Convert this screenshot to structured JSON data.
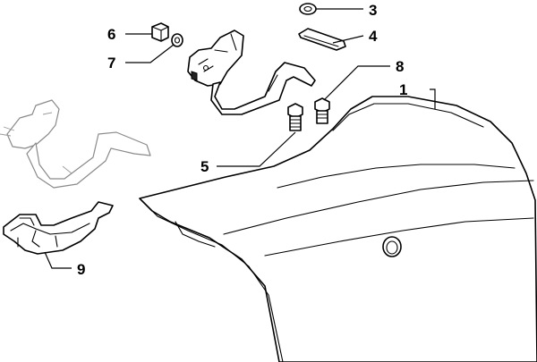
{
  "callouts": [
    {
      "id": "1",
      "label": "1"
    },
    {
      "id": "3",
      "label": "3"
    },
    {
      "id": "4",
      "label": "4"
    },
    {
      "id": "5",
      "label": "5"
    },
    {
      "id": "6",
      "label": "6"
    },
    {
      "id": "7",
      "label": "7"
    },
    {
      "id": "8",
      "label": "8"
    },
    {
      "id": "9",
      "label": "9"
    }
  ],
  "colors": {
    "line": "#000000",
    "ghost": "#8a8a8a",
    "background": "#ffffff"
  }
}
